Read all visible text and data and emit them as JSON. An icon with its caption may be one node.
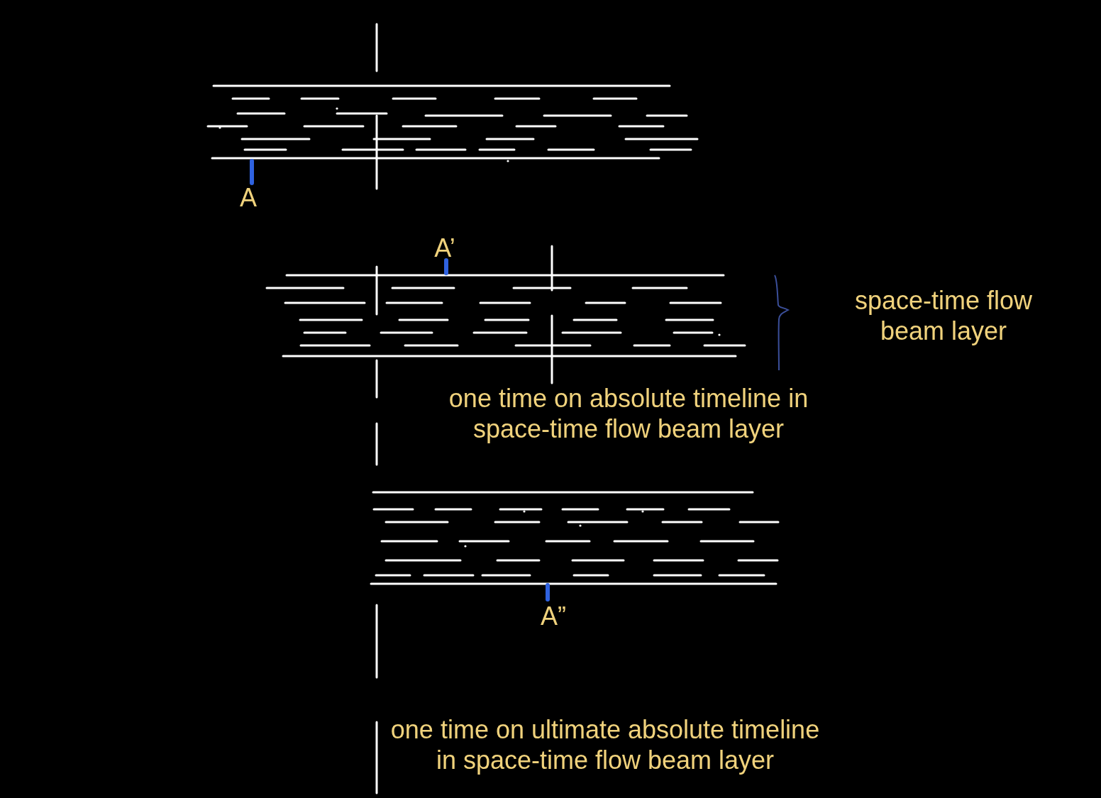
{
  "diagram": {
    "labels": [
      "A",
      "A’",
      "space-time flow beam layer",
      "one time on absolute timeline in space-time flow beam layer",
      "A”",
      "one time on ultimate absolute timeline in space-time flow beam layer"
    ]
  }
}
